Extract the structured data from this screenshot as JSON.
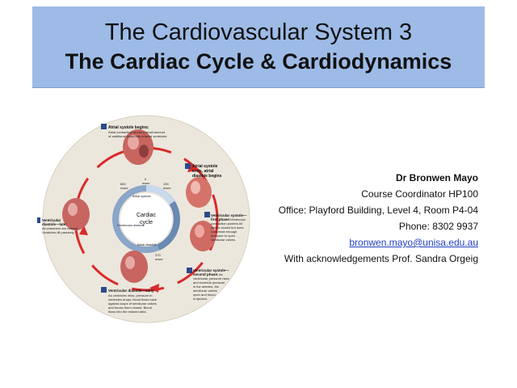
{
  "slide": {
    "title_line1": "The Cardiovascular System 3",
    "title_line2": "The Cardiac Cycle & Cardiodynamics"
  },
  "author": {
    "name": "Dr Bronwen Mayo",
    "role": "Course Coordinator HP100",
    "office": "Office: Playford Building, Level 4, Room P4-04",
    "phone": "Phone: 8302 9937",
    "email": "bronwen.mayo@unisa.edu.au",
    "acknowledgements": "With acknowledgements Prof. Sandra Orgeig"
  },
  "diagram": {
    "center_label_1": "Cardiac",
    "center_label_2": "cycle",
    "ring_atrial_systole": "Atrial systole",
    "ring_atrial_diastole": "Atrial diastole",
    "ring_ventricular_diastole": "Ventricular diastole",
    "time_0": "0",
    "time_0_unit": "msec",
    "time_100": "100",
    "time_100_unit": "msec",
    "time_370": "370",
    "time_370_unit": "msec",
    "time_800": "800",
    "time_800_unit": "msec",
    "step1_title": "Atrial systole begins:",
    "step1_text_a": "Atrial contraction forces a small amount",
    "step1_text_b": "of additional blood into relaxed ventricles.",
    "step2_title_a": "Atrial systole",
    "step2_title_b": "ends, atrial",
    "step2_title_c": "diastole begins",
    "step3_title": "Ventricular systole—",
    "step3_title_b": "first phase:",
    "step3_text_a": "Ventricular",
    "step3_text_b": "contraction pushes AV",
    "step3_text_c": "valves closed but does",
    "step3_text_d": "not create enough",
    "step3_text_e": "pressure to open",
    "step3_text_f": "semilunar valves.",
    "step4_title_a": "Ventricular systole—",
    "step4_title_b": "second phase:",
    "step4_text_a": "As",
    "step4_text_b": "ventricular pressure rises",
    "step4_text_c": "and exceeds pressure",
    "step4_text_d": "in the arteries, the",
    "step4_text_e": "semilunar valves",
    "step4_text_f": "open and blood",
    "step4_text_g": "is ejected.",
    "step5_title": "Ventricular diastole—early:",
    "step5_text_a": "As ventricles relax, pressure in",
    "step5_text_b": "ventricles drops; blood flows back",
    "step5_text_c": "against cusps of semilunar valves",
    "step5_text_d": "and forces them closed. Blood",
    "step5_text_e": "flows into the relaxed atria.",
    "step6_title_a": "Ventricular",
    "step6_title_b": "diastole—late:",
    "step6_text_a": "All chambers are relaxed.",
    "step6_text_b": "Ventricles fill passively."
  }
}
